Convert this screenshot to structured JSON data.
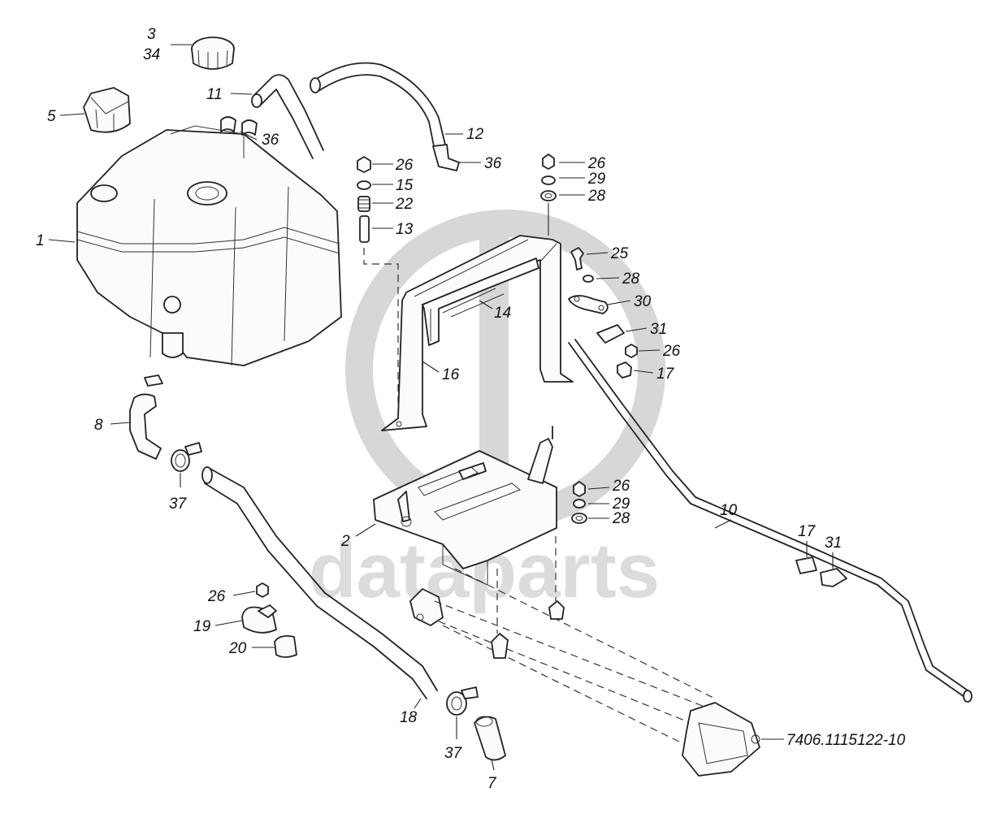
{
  "diagram": {
    "watermark": {
      "text": "dataparts"
    },
    "callouts": {
      "c1": "1",
      "c2": "2",
      "c3": "3",
      "c34": "34",
      "c5": "5",
      "c7": "7",
      "c8": "8",
      "c10": "10",
      "c11": "11",
      "c12": "12",
      "c13": "13",
      "c14": "14",
      "c15": "15",
      "c16": "16",
      "c17a": "17",
      "c17b": "17",
      "c18": "18",
      "c19": "19",
      "c20": "20",
      "c22": "22",
      "c25": "25",
      "c26a": "26",
      "c26b": "26",
      "c26c": "26",
      "c26d": "26",
      "c26e": "26",
      "c28a": "28",
      "c28b": "28",
      "c28c": "28",
      "c29a": "29",
      "c29b": "29",
      "c30": "30",
      "c31a": "31",
      "c31b": "31",
      "c36a": "36",
      "c36b": "36",
      "c37a": "37",
      "c37b": "37",
      "assembly": "7406.1115122-10"
    }
  }
}
